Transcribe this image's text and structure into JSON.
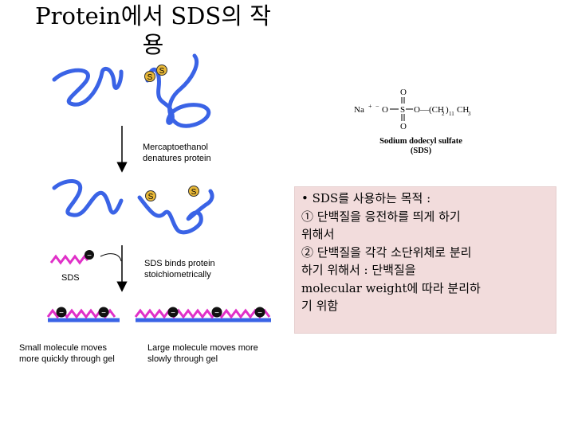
{
  "slide": {
    "title_line1": "Protein에서 SDS의 작",
    "title_line2": "용"
  },
  "diagram": {
    "sulfur_label": "S",
    "charge_symbol": "−",
    "step1_label_line1": "Mercaptoethanol",
    "step1_label_line2": "denatures protein",
    "sds_label": "SDS",
    "step2_label_line1": "SDS binds protein",
    "step2_label_line2": "stoichiometrically",
    "small_caption_line1": "Small molecule moves",
    "small_caption_line2": "more quickly through gel",
    "large_caption_line1": "Large molecule moves more",
    "large_caption_line2": "slowly through gel"
  },
  "formula": {
    "na": "Na",
    "plus": "+",
    "minus": "−",
    "o_left": "O",
    "s": "S",
    "o_top": "O",
    "o_bottom": "O",
    "chain": "O—(CH",
    "sub2": "2",
    "paren": ")",
    "sub11": "11",
    "ch": "CH",
    "sub3": "3",
    "name": "Sodium dodecyl sulfate",
    "abbr": "(SDS)"
  },
  "purpose": {
    "line1": "• SDS를 사용하는 목적 :",
    "line2": "① 단백질을 응전하를 띄게 하기",
    "line3": "위해서",
    "line4": "② 단백질을 각각 소단위체로 분리",
    "line5": "하기 위해서  : 단백질을",
    "line6": "molecular weight에 따라 분리하",
    "line7": "기 위함"
  },
  "colors": {
    "protein": "#3a63e6",
    "sds": "#e030c8",
    "sulfur": "#e8b838",
    "purpose_bg": "#f2dcdc"
  }
}
